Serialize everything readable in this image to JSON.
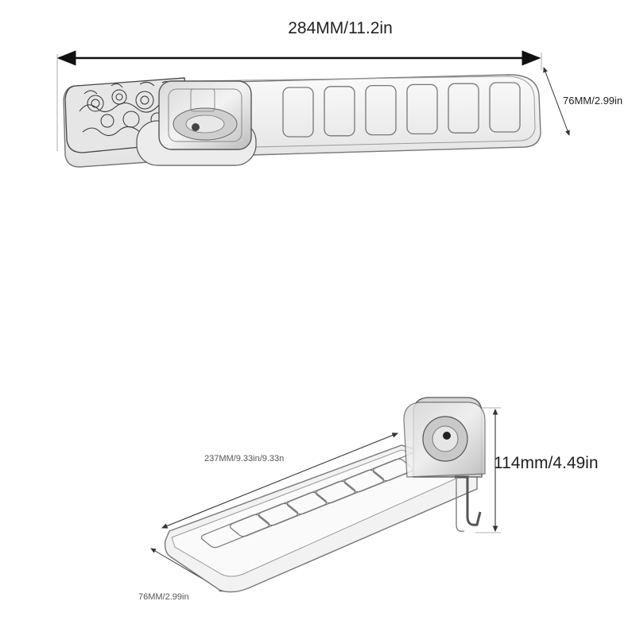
{
  "top_view": {
    "length_label": "284MM/11.2in",
    "width_label": "76MM/2.99in"
  },
  "perspective_view": {
    "length_label": "237MM/9.33in/9.33n",
    "height_label": "114mm/4.49in",
    "width_label": "76MM/2.99in"
  },
  "colors": {
    "outline": "#6e6e6e",
    "plastic": "#f4f4f4",
    "dark_outline": "#333333"
  }
}
